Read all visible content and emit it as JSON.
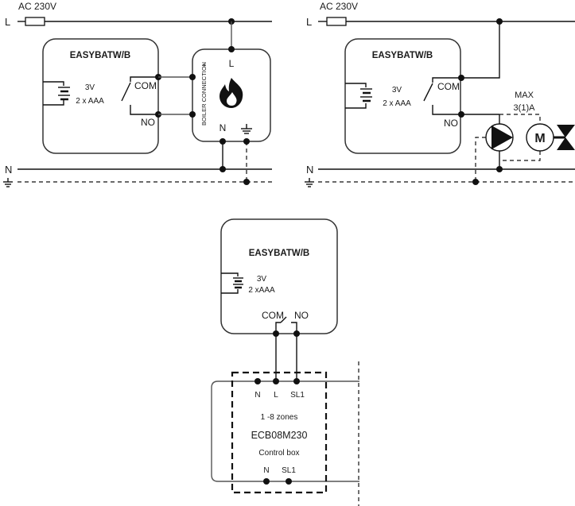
{
  "diagram_1": {
    "supply_label": "AC 230V",
    "line_label": "L",
    "neutral_label": "N",
    "device": {
      "title": "EASYBATW/B",
      "battery_voltage": "3V",
      "battery_type": "2 x AAA",
      "com_label": "COM",
      "no_label": "NO"
    },
    "boiler": {
      "connection_label": "BOILER CONNECTION",
      "asterisk": "*",
      "l_label": "L",
      "n_label": "N",
      "icon": "flame-icon"
    }
  },
  "diagram_2": {
    "supply_label": "AC 230V",
    "line_label": "L",
    "neutral_label": "N",
    "device": {
      "title": "EASYBATW/B",
      "battery_voltage": "3V",
      "battery_type": "2 x AAA",
      "com_label": "COM",
      "no_label": "NO"
    },
    "max_label": "MAX",
    "rating_label": "3(1)A",
    "pump_icon": "pump-icon",
    "motor_label": "M",
    "valve_icon": "valve-icon"
  },
  "diagram_3": {
    "device": {
      "title": "EASYBATW/B",
      "battery_voltage": "3V",
      "battery_type": "2 xAAA",
      "com_label": "COM",
      "no_label": "NO"
    },
    "control_box": {
      "top_terminals": [
        "N",
        "L",
        "SL1"
      ],
      "zones_label": "1 -8 zones",
      "model": "ECB08M230",
      "name": "Control box",
      "bottom_terminals": [
        "N",
        "SL1"
      ]
    }
  }
}
